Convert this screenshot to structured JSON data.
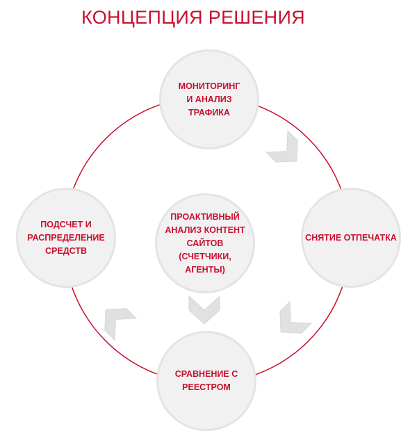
{
  "title": "КОНЦЕПЦИЯ РЕШЕНИЯ",
  "nodes": {
    "top": "МОНИТОРИНГ\nИ АНАЛИЗ\nТРАФИКА",
    "right": "СНЯТИЕ ОТПЕЧАТКА",
    "bottom": "СРАВНЕНИЕ С\nРЕЕСТРОМ",
    "left": "ПОДСЧЕТ И\nРАСПРЕДЕЛЕНИЕ\nСРЕДСТВ",
    "center": "ПРОАКТИВНЫЙ\nАНАЛИЗ КОНТЕНТ\nСАЙТОВ\n(СЧЕТЧИКИ,\nАГЕНТЫ)"
  },
  "colors": {
    "accent": "#c8102e",
    "node_fill": "#f1f1f1",
    "chevron": "#e0e1e1"
  }
}
